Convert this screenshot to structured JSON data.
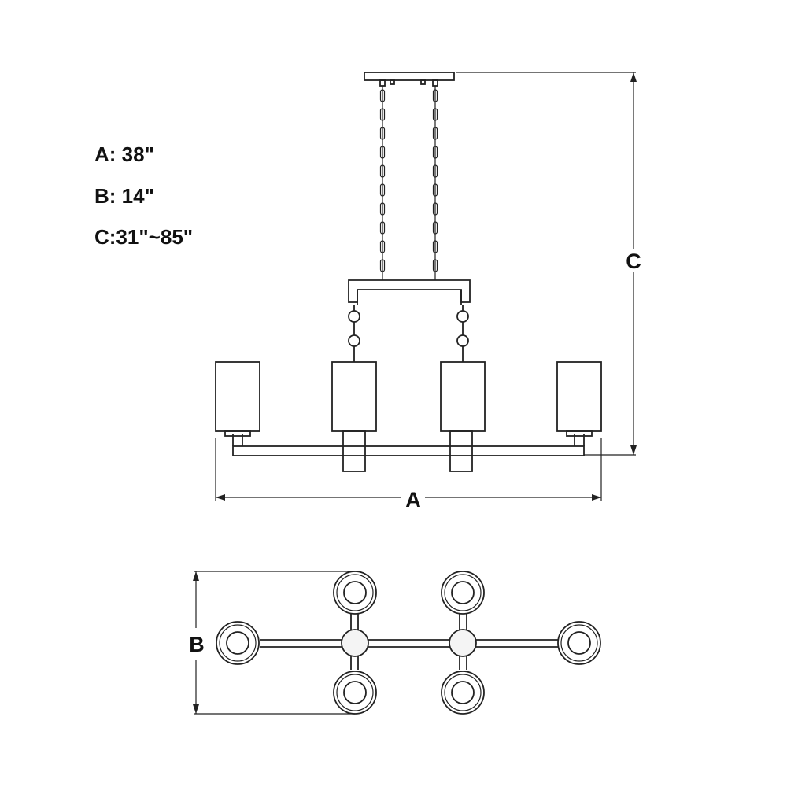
{
  "specs": {
    "a": "A: 38\"",
    "b": "B: 14\"",
    "c": "C:31\"~85\""
  },
  "dimension_labels": {
    "width": "A",
    "depth": "B",
    "height": "C"
  }
}
